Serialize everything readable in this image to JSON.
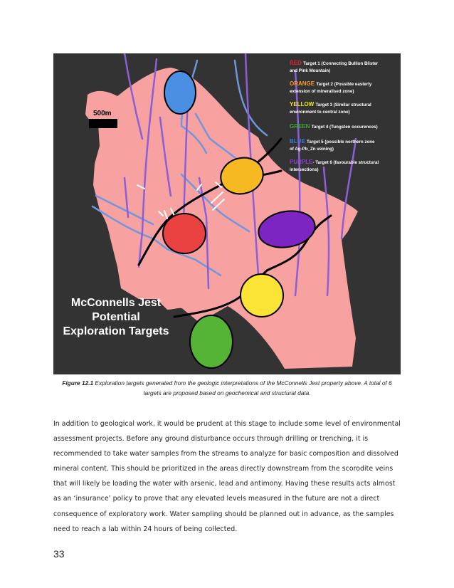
{
  "figure": {
    "scale_label": "500m",
    "map_title": [
      "McConnells Jest",
      "Potential",
      "Exploration Targets"
    ],
    "legend": [
      {
        "color_word": "RED",
        "color": "#e8202a",
        "line1": "Target 1 (Connecting Bullion Blister",
        "line2": "and Pink Mountain)"
      },
      {
        "color_word": "ORANGE",
        "color": "#f49a22",
        "line1": "Target 2 (Possible easterly",
        "line2": "extension of mineralised zone)"
      },
      {
        "color_word": "YELLOW",
        "color": "#f3e62a",
        "line1": "Target 3 (Similar structural",
        "line2": "environment to central zone)"
      },
      {
        "color_word": "GREEN",
        "color": "#3fa535",
        "line1": "Target 4 (Tungsten occurences)",
        "line2": ""
      },
      {
        "color_word": "BLUE",
        "color": "#3c78d8",
        "line1": "Target 5 (possible northern zone",
        "line2": "of Ag-Pb_Zn veining)"
      },
      {
        "color_word": "PURPLE",
        "color": "#8a3fd1",
        "line1": "- Target 6 (favourable structural",
        "line2": "intersections)"
      }
    ],
    "colors": {
      "background": "#333333",
      "property": "#f7a1a1",
      "streams": "#6f97dd",
      "purple_lines": "#8b5fd6",
      "black_lines": "#000000",
      "red_target": "#ea4141",
      "orange_target": "#f7b921",
      "yellow_target": "#fbe435",
      "green_target": "#55b335",
      "blue_target": "#4a8fe2",
      "purple_target": "#7c25c2"
    }
  },
  "caption": {
    "label": "Figure 12.1",
    "text": " Exploration targets generated from the geologic interpretations of the McConnells Jest property above. A total of 6 targets are proposed based on geochemical and structural data."
  },
  "body": {
    "paragraph": "In addition to geological work, it would be prudent at this stage to include some level of environmental assessment projects. Before any ground disturbance occurs through drilling or trenching, it is recommended to take water samples from the streams to analyze for basic composition and dissolved mineral content. This should be prioritized in the areas directly downstream from the scorodite veins that will likely be loading the water with arsenic, lead and antimony. Having these results acts almost as an ‘insurance’ policy to prove that any elevated levels measured in the future are not a direct consequence of exploratory work. Water sampling should be planned out in advance, as the samples need to reach a lab within 24 hours of being collected."
  },
  "page_number": "33"
}
